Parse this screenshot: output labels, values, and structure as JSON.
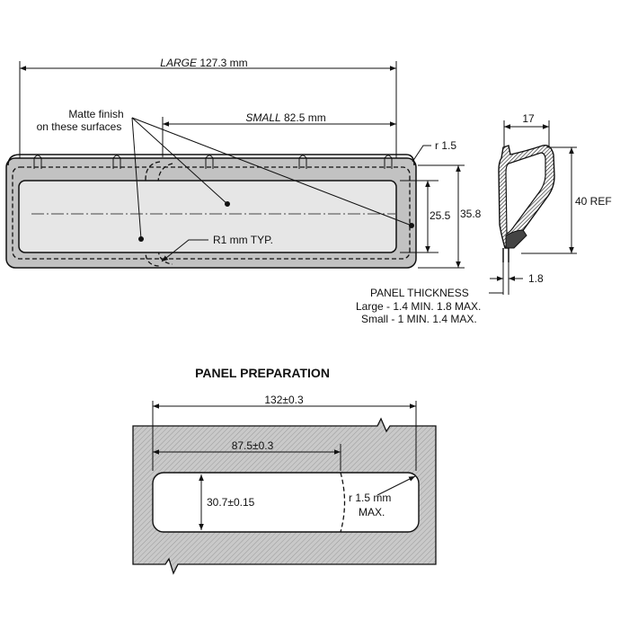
{
  "colors": {
    "flange_fill": "#c2c2c2",
    "recess_fill": "#e6e6e6",
    "panel_fill": "#c9c9c9",
    "cutout_fill": "#ffffff",
    "ink": "#111111"
  },
  "top_view": {
    "large_word": "LARGE",
    "large_value": " 127.3 mm",
    "small_word": "SMALL",
    "small_value": " 82.5 mm",
    "matte_line1": "Matte finish",
    "matte_line2": "on these surfaces",
    "corner_radius": "r 1.5",
    "dim_inner_height": "25.5",
    "dim_outer_height": "35.8",
    "inner_radius": "R1 mm TYP."
  },
  "side_view": {
    "depth": "17",
    "height": "40 REF",
    "thickness": "1.8",
    "panel_thickness_title": "PANEL THICKNESS",
    "panel_thickness_large": "Large - 1.4 MIN. 1.8 MAX.",
    "panel_thickness_small": "Small - 1 MIN. 1.4 MAX."
  },
  "panel_prep": {
    "title": "PANEL PREPARATION",
    "large_width": "132±0.3",
    "small_width": "87.5±0.3",
    "height": "30.7±0.15",
    "radius_line1": "r 1.5 mm",
    "radius_line2": "MAX."
  }
}
